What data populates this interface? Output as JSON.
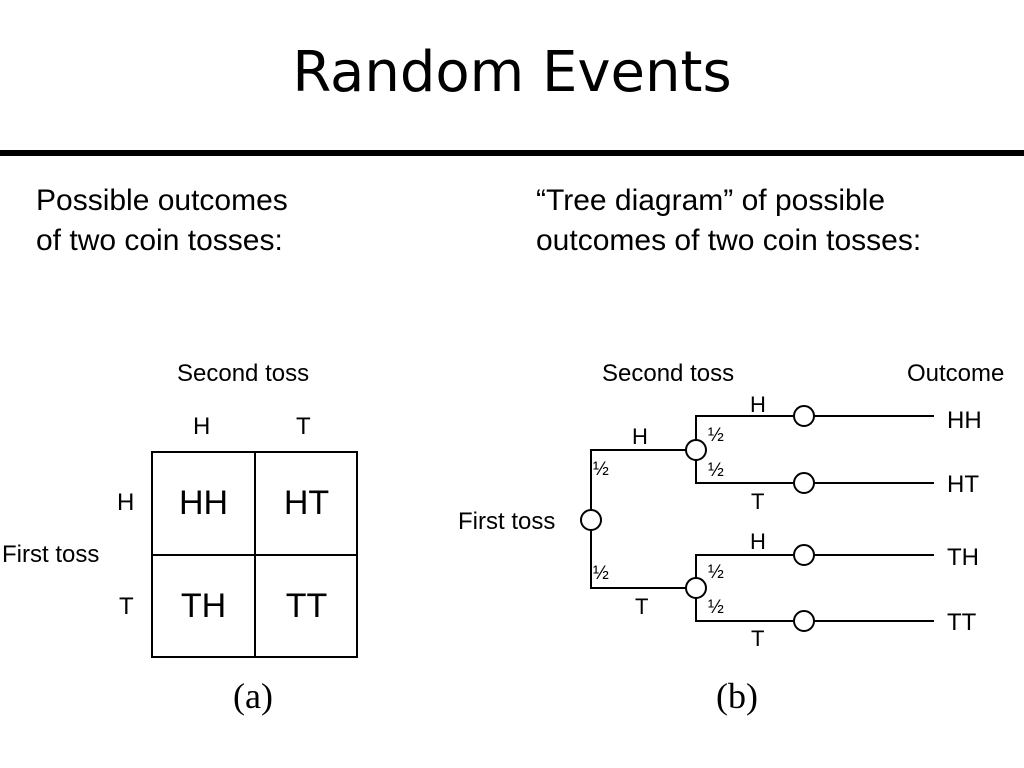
{
  "title": "Random Events",
  "left": {
    "caption": [
      "Possible outcomes",
      "of two coin tosses:"
    ],
    "column_header": "Second toss",
    "col_labels": [
      "H",
      "T"
    ],
    "row_header": "First toss",
    "row_labels": [
      "H",
      "T"
    ],
    "cells": [
      [
        "HH",
        "HT"
      ],
      [
        "TH",
        "TT"
      ]
    ],
    "panel_label": "(a)"
  },
  "right": {
    "caption": [
      "“Tree diagram” of possible",
      "outcomes of two coin tosses:"
    ],
    "second_toss_header": "Second toss",
    "outcome_header": "Outcome",
    "root_label": "First toss",
    "first_branches": [
      {
        "label": "H",
        "prob": "½"
      },
      {
        "label": "T",
        "prob": "½"
      }
    ],
    "second_branches": [
      {
        "label": "H",
        "prob": "½",
        "outcome": "HH"
      },
      {
        "label": "T",
        "prob": "½",
        "outcome": "HT"
      },
      {
        "label": "H",
        "prob": "½",
        "outcome": "TH"
      },
      {
        "label": "T",
        "prob": "½",
        "outcome": "TT"
      }
    ],
    "panel_label": "(b)"
  }
}
